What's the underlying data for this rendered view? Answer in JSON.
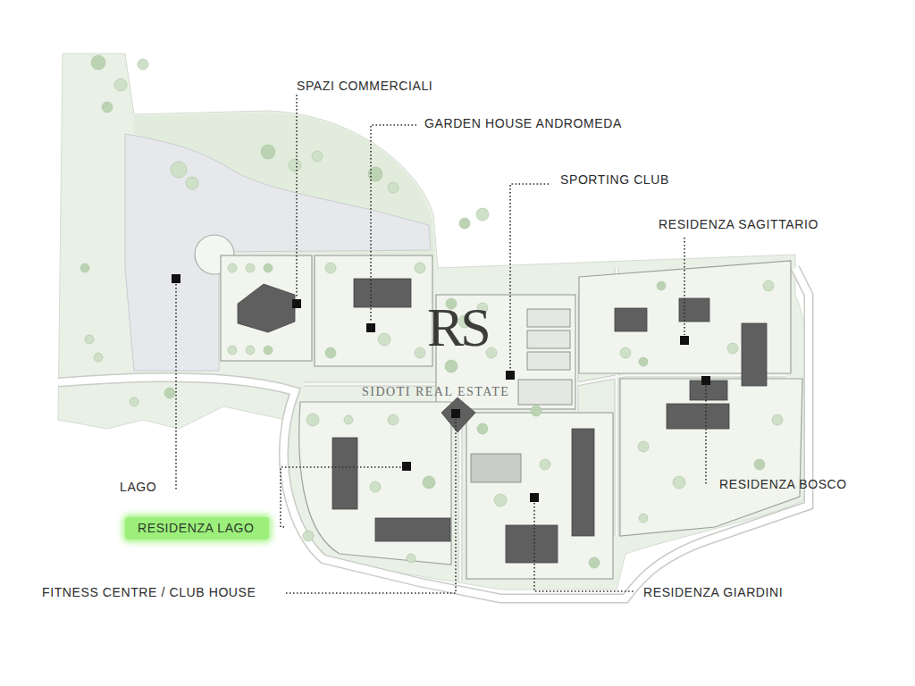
{
  "diagram": {
    "nodes": [
      {
        "text": [
          "RESIDENZA LAGO"
        ]
      }
    ],
    "edges": [],
    "labels": [
      "SPAZI COMMERCIALI",
      "GARDEN HOUSE ANDROMEDA",
      "SPORTING CLUB",
      "RESIDENZA SAGITTARIO",
      "LAGO",
      "FITNESS CENTRE / CLUB HOUSE",
      "RESIDENZA GIARDINI",
      "RESIDENZA BOSCO",
      "RS",
      "SIDOTI REAL ESTATE"
    ]
  }
}
